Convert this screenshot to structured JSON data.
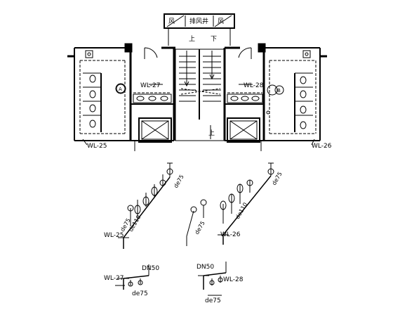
{
  "plan": {
    "top_box_labels": [
      "风",
      "排风井",
      "风"
    ],
    "stair_up": "上",
    "stair_down": "下",
    "stair_up_lower": "上",
    "room_a": "A",
    "room_b": "B",
    "pipe_labels": {
      "wl27": "WL-27",
      "wl28": "WL-28",
      "wl25": "WL-25",
      "wl26": "WL-26"
    }
  },
  "iso_left": {
    "pipe": "WL-25",
    "size_a": "de75",
    "size_b": "de110",
    "size_c": "de75"
  },
  "iso_right": {
    "pipe": "WL-26",
    "size_a": "de75",
    "size_b": "de110",
    "size_c": "de75"
  },
  "small_left": {
    "size_top": "DN50",
    "pipe": "WL-27",
    "size_bottom": "de75"
  },
  "small_right": {
    "size_top": "DN50",
    "pipe": "WL-28",
    "size_bottom": "de75"
  }
}
